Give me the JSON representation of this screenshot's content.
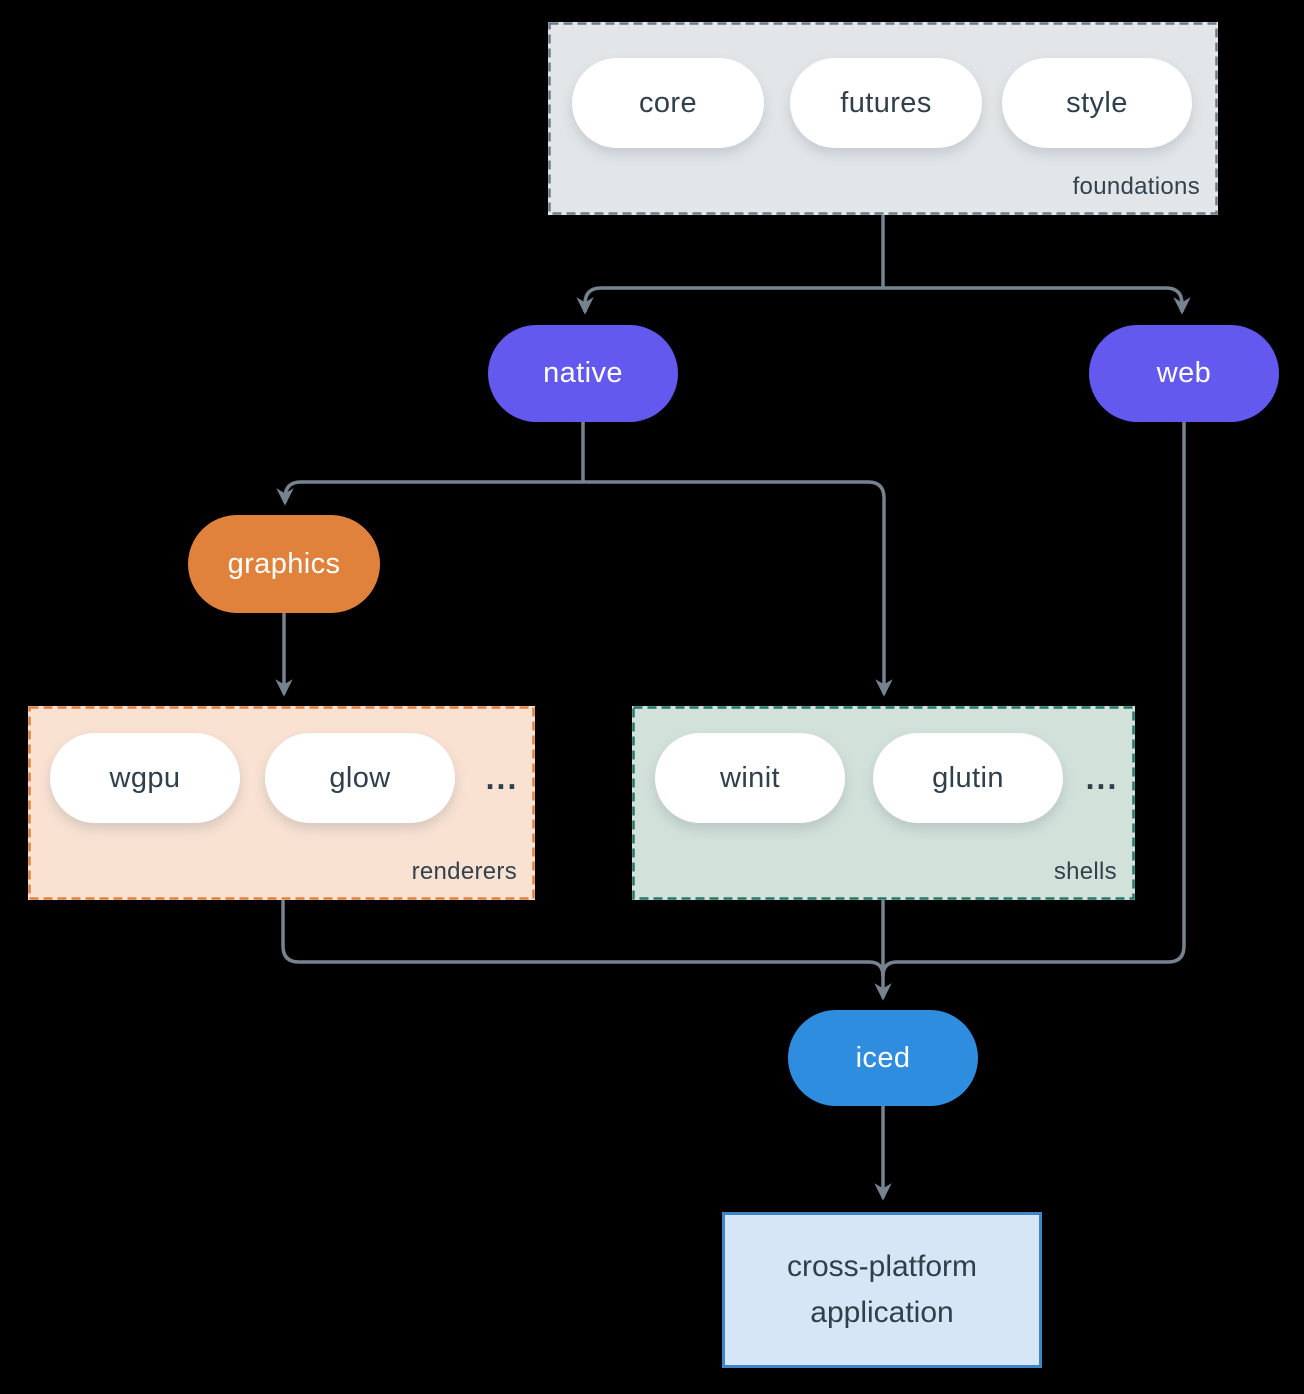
{
  "diagram": {
    "background_color": "#000000",
    "arrow_color": "#76828e",
    "text_color": "#30404b",
    "groups": [
      {
        "id": "foundations",
        "label": "foundations",
        "fill": "#e2e6e9",
        "border_color": "#6e7c8a",
        "items": [
          "core",
          "futures",
          "style"
        ],
        "ellipsis": ""
      },
      {
        "id": "renderers",
        "label": "renderers",
        "fill": "#f9e2d2",
        "border_color": "#e0813c",
        "items": [
          "wgpu",
          "glow"
        ],
        "ellipsis": "..."
      },
      {
        "id": "shells",
        "label": "shells",
        "fill": "#d3e1db",
        "border_color": "#23786c",
        "items": [
          "winit",
          "glutin"
        ],
        "ellipsis": "..."
      }
    ],
    "nodes": [
      {
        "id": "native",
        "label": "native",
        "fill": "#6459ee"
      },
      {
        "id": "web",
        "label": "web",
        "fill": "#6459ee"
      },
      {
        "id": "graphics",
        "label": "graphics",
        "fill": "#e0813c"
      },
      {
        "id": "iced",
        "label": "iced",
        "fill": "#2e8dde"
      }
    ],
    "app_node": {
      "label_line1": "cross-platform",
      "label_line2": "application",
      "fill": "#d7e6f6",
      "border_color": "#3f86c8"
    },
    "edges": [
      {
        "from": "foundations",
        "to": "native"
      },
      {
        "from": "foundations",
        "to": "web"
      },
      {
        "from": "native",
        "to": "graphics"
      },
      {
        "from": "native",
        "to": "shells"
      },
      {
        "from": "graphics",
        "to": "renderers"
      },
      {
        "from": "renderers",
        "to": "iced"
      },
      {
        "from": "shells",
        "to": "iced"
      },
      {
        "from": "web",
        "to": "iced"
      },
      {
        "from": "iced",
        "to": "cross-platform application"
      }
    ]
  }
}
